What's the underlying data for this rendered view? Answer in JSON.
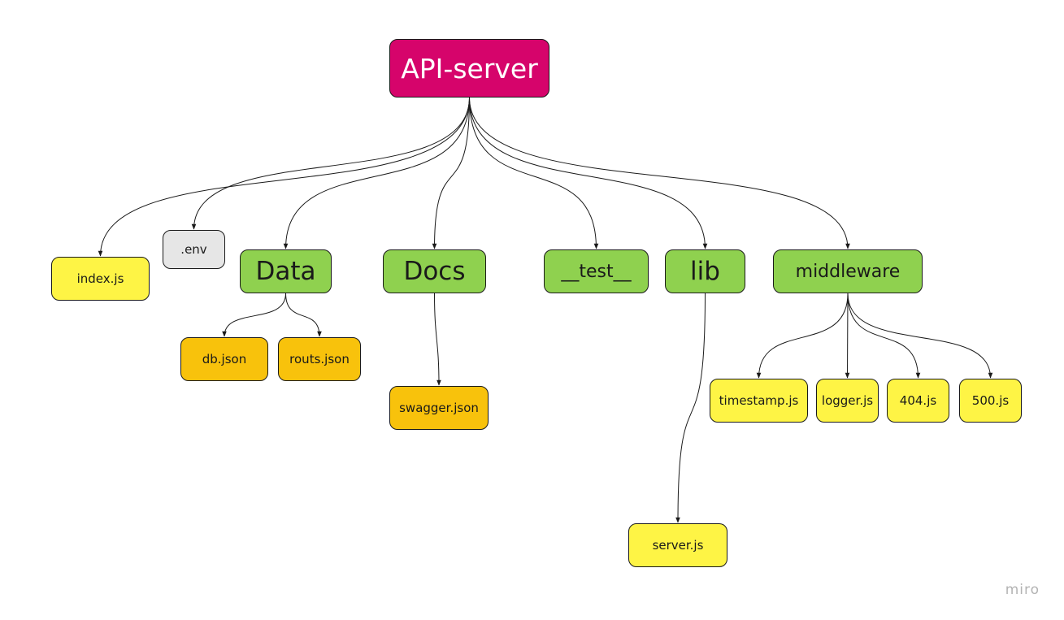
{
  "colors": {
    "root": "#d6046b",
    "folder": "#8fd14f",
    "json_file": "#f8c20c",
    "js_file": "#fef445",
    "env_file": "#e6e6e6",
    "stroke": "#1a1a1a",
    "watermark": "#b3b3b3"
  },
  "nodes": {
    "root": {
      "label": "API-server",
      "kind": "root"
    },
    "index": {
      "label": "index.js",
      "kind": "js_file"
    },
    "env": {
      "label": ".env",
      "kind": "env_file"
    },
    "data": {
      "label": "Data",
      "kind": "folder"
    },
    "docs": {
      "label": "Docs",
      "kind": "folder"
    },
    "test": {
      "label": "__test__",
      "kind": "folder"
    },
    "lib": {
      "label": "lib",
      "kind": "folder"
    },
    "middleware": {
      "label": "middleware",
      "kind": "folder"
    },
    "db": {
      "label": "db.json",
      "kind": "json_file"
    },
    "routs": {
      "label": "routs.json",
      "kind": "json_file"
    },
    "swagger": {
      "label": "swagger.json",
      "kind": "json_file"
    },
    "timestamp": {
      "label": "timestamp.js",
      "kind": "js_file"
    },
    "logger": {
      "label": "logger.js",
      "kind": "js_file"
    },
    "notfound": {
      "label": "404.js",
      "kind": "js_file"
    },
    "servererr": {
      "label": "500.js",
      "kind": "js_file"
    },
    "server": {
      "label": "server.js",
      "kind": "js_file"
    }
  },
  "edges": [
    {
      "from": "root",
      "to": "index"
    },
    {
      "from": "root",
      "to": "env"
    },
    {
      "from": "root",
      "to": "data"
    },
    {
      "from": "root",
      "to": "docs"
    },
    {
      "from": "root",
      "to": "test"
    },
    {
      "from": "root",
      "to": "lib"
    },
    {
      "from": "root",
      "to": "middleware"
    },
    {
      "from": "data",
      "to": "db"
    },
    {
      "from": "data",
      "to": "routs"
    },
    {
      "from": "docs",
      "to": "swagger"
    },
    {
      "from": "lib",
      "to": "server"
    },
    {
      "from": "middleware",
      "to": "timestamp"
    },
    {
      "from": "middleware",
      "to": "logger"
    },
    {
      "from": "middleware",
      "to": "notfound"
    },
    {
      "from": "middleware",
      "to": "servererr"
    }
  ],
  "watermark": "miro"
}
